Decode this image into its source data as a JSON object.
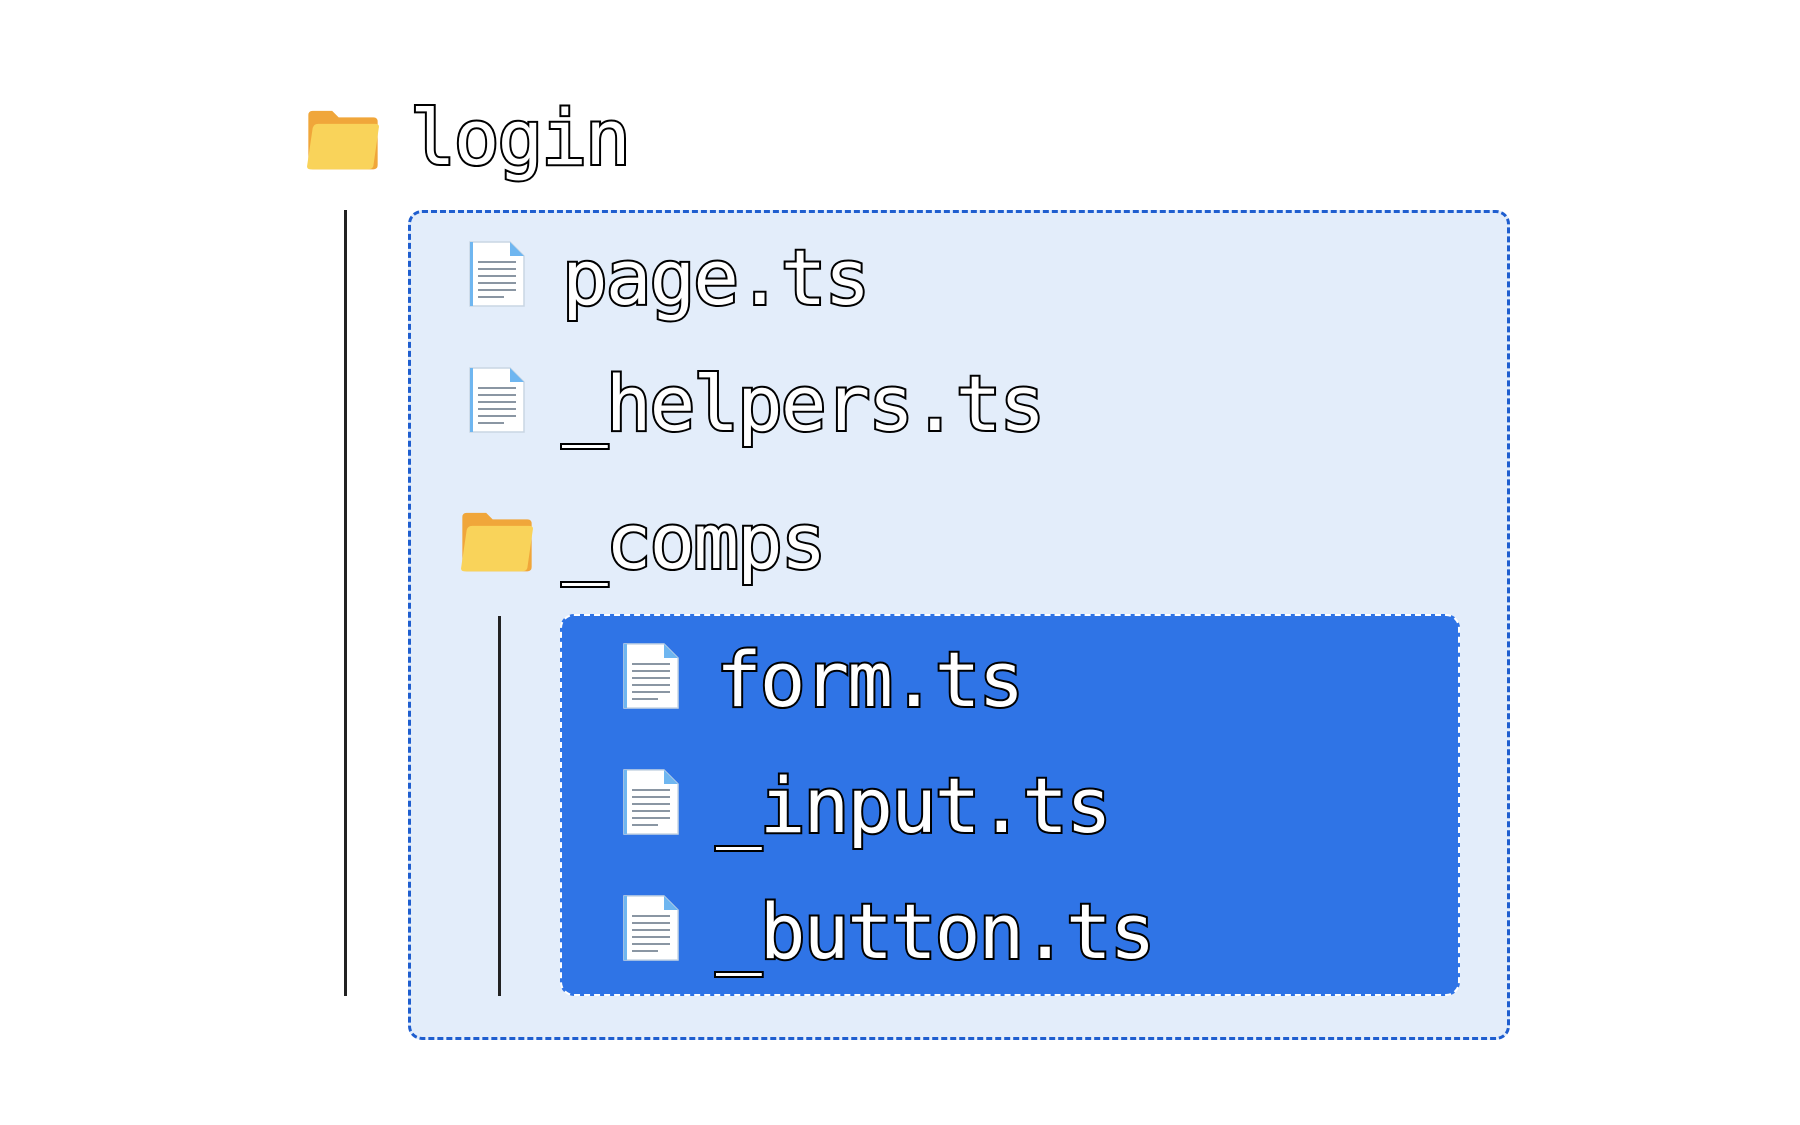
{
  "colors": {
    "outer_fill": "#e3edfa",
    "outer_border": "#1f5ecf",
    "inner_fill": "#2f74e6",
    "inner_border": "#ffffff",
    "tree_line": "#222222",
    "folder_body": "#f9d35a",
    "folder_tab": "#f0a63a",
    "file_body": "#ffffff",
    "file_accent": "#6fb6f0",
    "file_lines": "#8a96a3"
  },
  "tree": {
    "root": {
      "label": "login",
      "icon": "folder-icon"
    },
    "children": [
      {
        "label": "page.ts",
        "icon": "file-icon"
      },
      {
        "label": "_helpers.ts",
        "icon": "file-icon"
      },
      {
        "label": "_comps",
        "icon": "folder-icon",
        "children": [
          {
            "label": "form.ts",
            "icon": "file-icon"
          },
          {
            "label": "_input.ts",
            "icon": "file-icon"
          },
          {
            "label": "_button.ts",
            "icon": "file-icon"
          }
        ]
      }
    ]
  }
}
